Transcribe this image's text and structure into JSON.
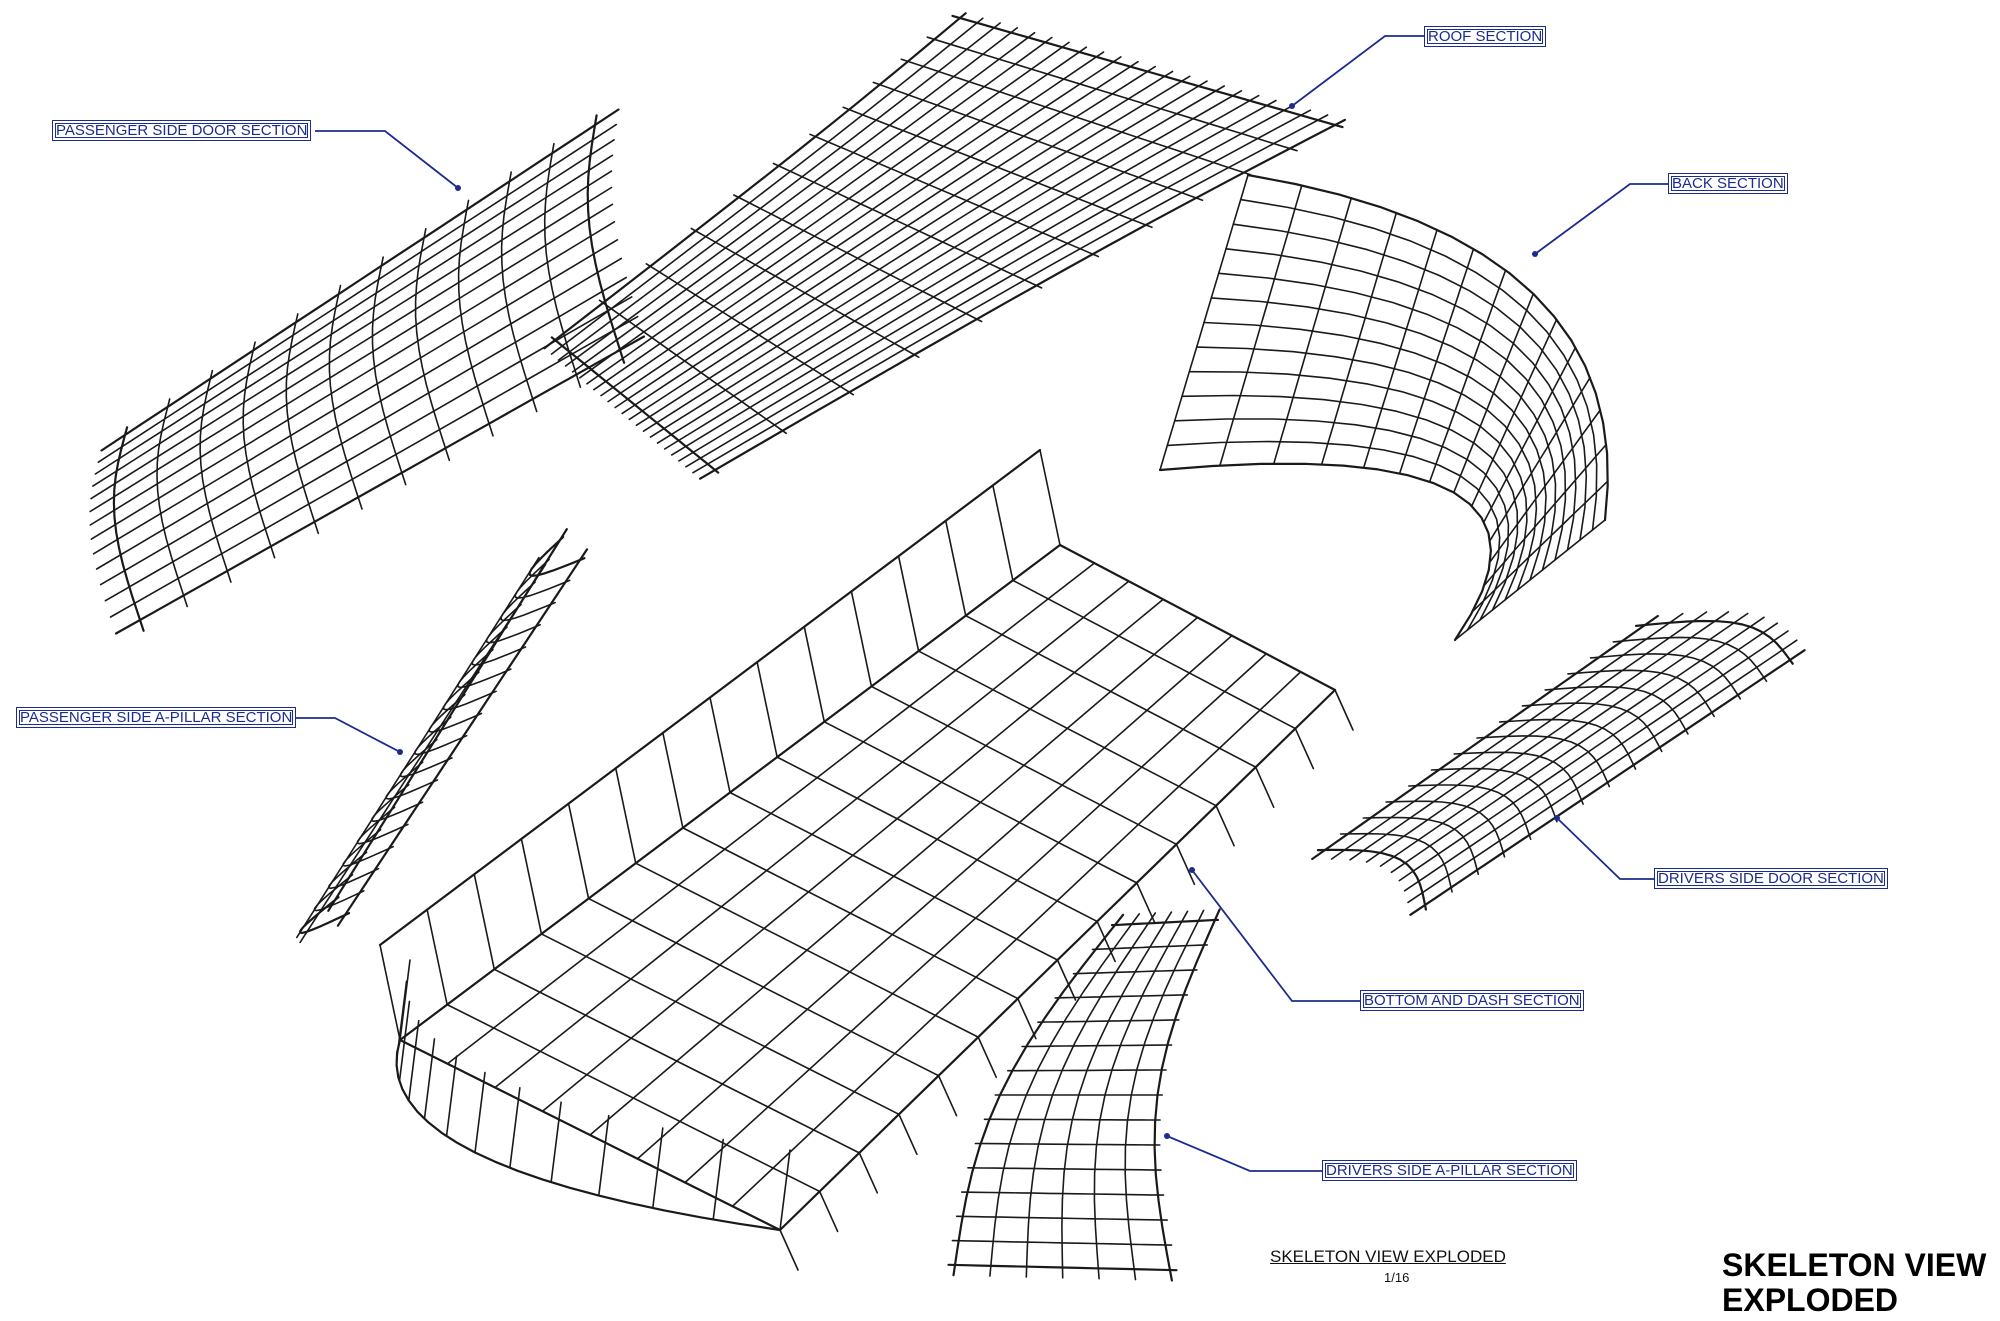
{
  "callouts": {
    "roof": "ROOF SECTION",
    "passenger_door": "PASSENGER SIDE DOOR SECTION",
    "back": "BACK SECTION",
    "passenger_a_pillar": "PASSENGER SIDE A-PILLAR SECTION",
    "drivers_door": "DRIVERS SIDE DOOR SECTION",
    "bottom_dash": "BOTTOM AND DASH SECTION",
    "drivers_a_pillar": "DRIVERS SIDE A-PILLAR SECTION"
  },
  "view_label": {
    "title": "SKELETON VIEW EXPLODED",
    "scale": "1/16"
  },
  "sheet_title": {
    "line1": "SKELETON VIEW",
    "line2": "EXPLODED"
  },
  "colors": {
    "callout": "#1c2b8f",
    "linework": "#1a1a1a",
    "background": "#ffffff"
  }
}
